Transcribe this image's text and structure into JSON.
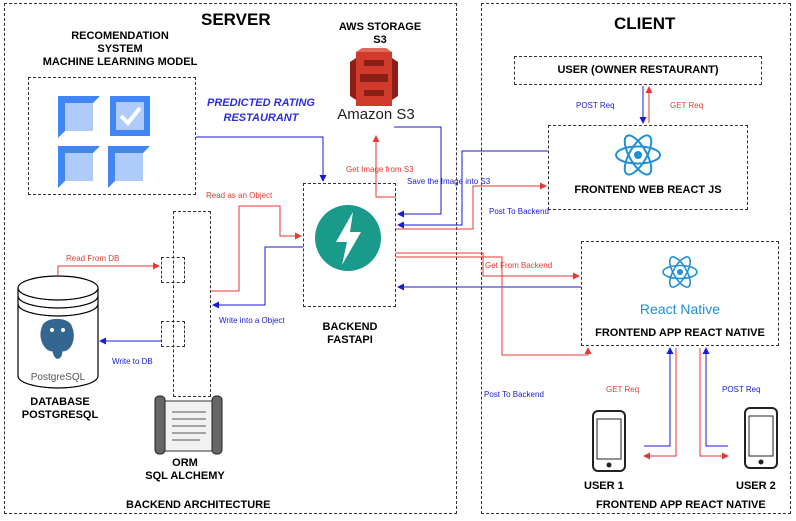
{
  "server": {
    "title": "SERVER",
    "footer": "BACKEND ARCHITECTURE",
    "ml_model": {
      "line1": "RECOMENDATION",
      "line2": "SYSTEM",
      "line3": "MACHINE LEARNING MODEL"
    },
    "predicted": {
      "line1": "PREDICTED RATING",
      "line2": "RESTAURANT"
    },
    "aws": {
      "line1": "AWS STORAGE",
      "line2": "S3",
      "logo_text": "Amazon S3"
    },
    "backend": {
      "line1": "BACKEND",
      "line2": "FASTAPI"
    },
    "database": {
      "line1": "DATABASE",
      "line2": "POSTGRESQL",
      "logo_text": "PostgreSQL"
    },
    "orm": {
      "line1": "ORM",
      "line2": "SQL ALCHEMY"
    }
  },
  "client": {
    "title": "CLIENT",
    "footer": "FRONTEND APP REACT NATIVE",
    "user_owner": "USER (OWNER RESTAURANT)",
    "web_frontend": "FRONTEND WEB REACT JS",
    "app_frontend": "FRONTEND APP REACT NATIVE",
    "react_native_logo_text": "React Native",
    "user1": "USER 1",
    "user2": "USER 2"
  },
  "edges": {
    "read_from_db": "Read From DB",
    "write_to_db": "Write to DB",
    "read_as_object": "Read as an Object",
    "write_into_object": "Write into a Object",
    "get_image_s3": "Get Image from S3",
    "save_image_s3": "Save the Image into S3",
    "post_to_backend_1": "Post To Backend",
    "get_from_backend": "Get From Backend",
    "post_to_backend_2": "Post To Backend",
    "post_req_web": "POST Req",
    "get_req_web": "GET Req",
    "get_req_app": "GET Req",
    "post_req_app": "POST Req"
  },
  "colors": {
    "red": "#e53935",
    "blue": "#1a1ad8",
    "predicted_text": "#2d2de0",
    "s3": "#d13b2c",
    "fastapi": "#1a9a8a",
    "react": "#1f8fd6",
    "postgres": "#336791",
    "gcp_blue": "#4285f4"
  }
}
